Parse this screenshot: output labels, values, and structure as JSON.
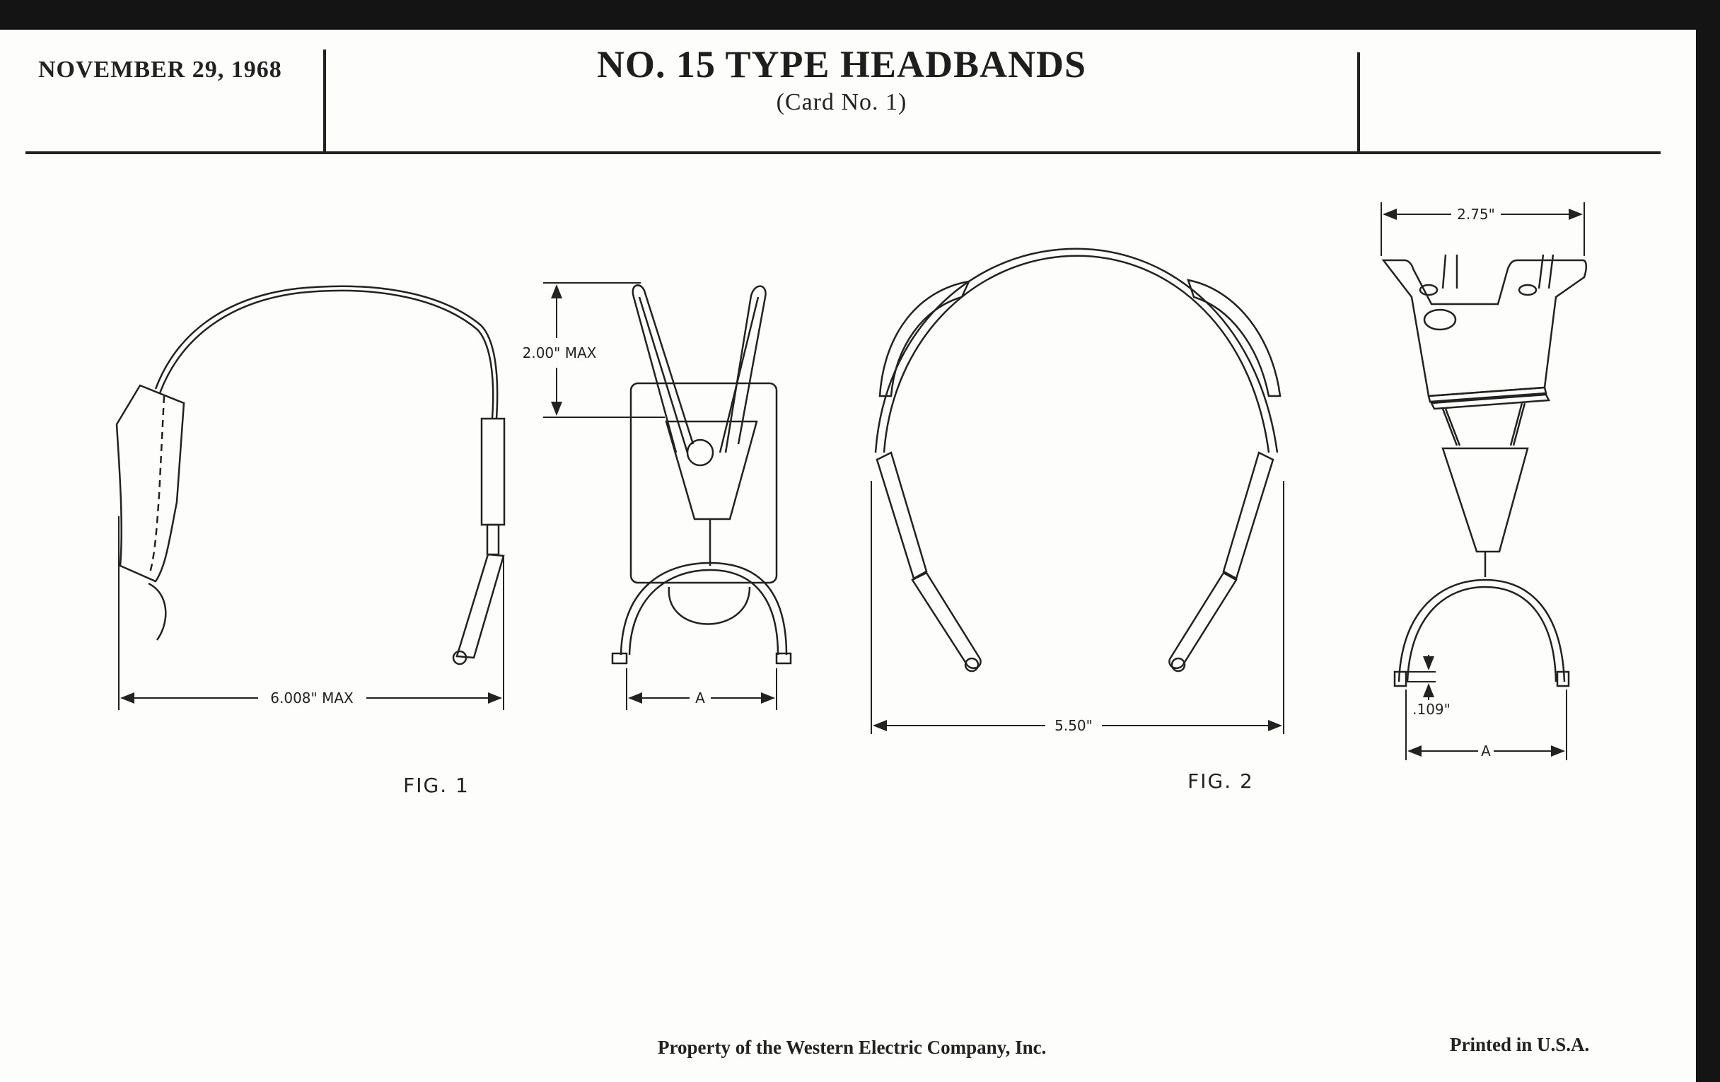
{
  "header": {
    "date": "NOVEMBER 29, 1968",
    "title": "NO. 15 TYPE HEADBANDS",
    "subtitle": "(Card No. 1)"
  },
  "figures": {
    "fig1": {
      "label": "FIG. 1",
      "width_dimension": "6.008\" MAX",
      "height_dimension": "2.00\" MAX",
      "clamp_dimension": "A"
    },
    "fig2": {
      "label": "FIG. 2",
      "width_dimension": "5.50\"",
      "top_dimension": "2.75\"",
      "gap_dimension": ".109\"",
      "clamp_dimension": "A"
    }
  },
  "footer": {
    "property": "Property of the Western Electric Company, Inc.",
    "printed": "Printed in U.S.A."
  },
  "colors": {
    "paper": "#fdfdfb",
    "ink": "#222222",
    "border": "#141414"
  }
}
